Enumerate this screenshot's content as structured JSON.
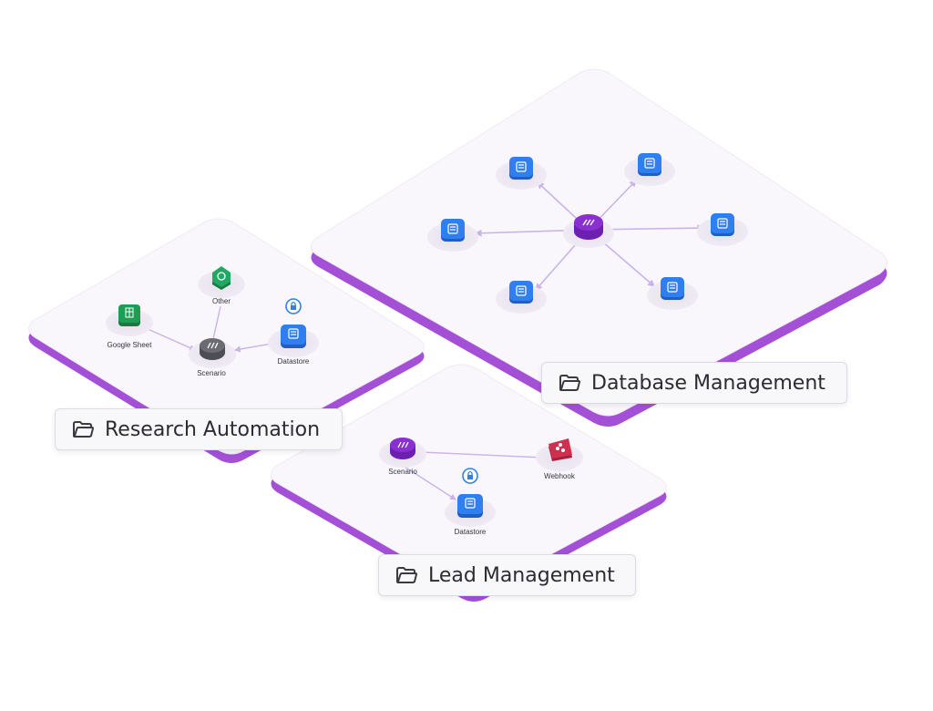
{
  "groups": {
    "database": {
      "title": "Database Management"
    },
    "research": {
      "title": "Research Automation"
    },
    "lead": {
      "title": "Lead Management"
    }
  },
  "research_nodes": {
    "google_sheet": "Google Sheet",
    "other": "Other",
    "scenario": "Scenario",
    "datastore": "Datastore"
  },
  "lead_nodes": {
    "scenario": "Scenario",
    "webhook": "Webhook",
    "datastore": "Datastore"
  },
  "colors": {
    "platform": "#faf7fc",
    "platform_edge": "#a34fd6",
    "datastore": "#2f7ff0",
    "scenario": "#8a2fd0",
    "google_sheet": "#1f9d55",
    "webhook": "#d0304f",
    "gray": "#6b6b73",
    "connector": "#c9b3ea"
  },
  "icons": {
    "folder": "folder-icon",
    "datastore": "datastore-icon",
    "scenario": "scenario-icon",
    "google_sheet": "google-sheet-icon",
    "webhook": "webhook-icon",
    "lock": "lock-icon"
  }
}
